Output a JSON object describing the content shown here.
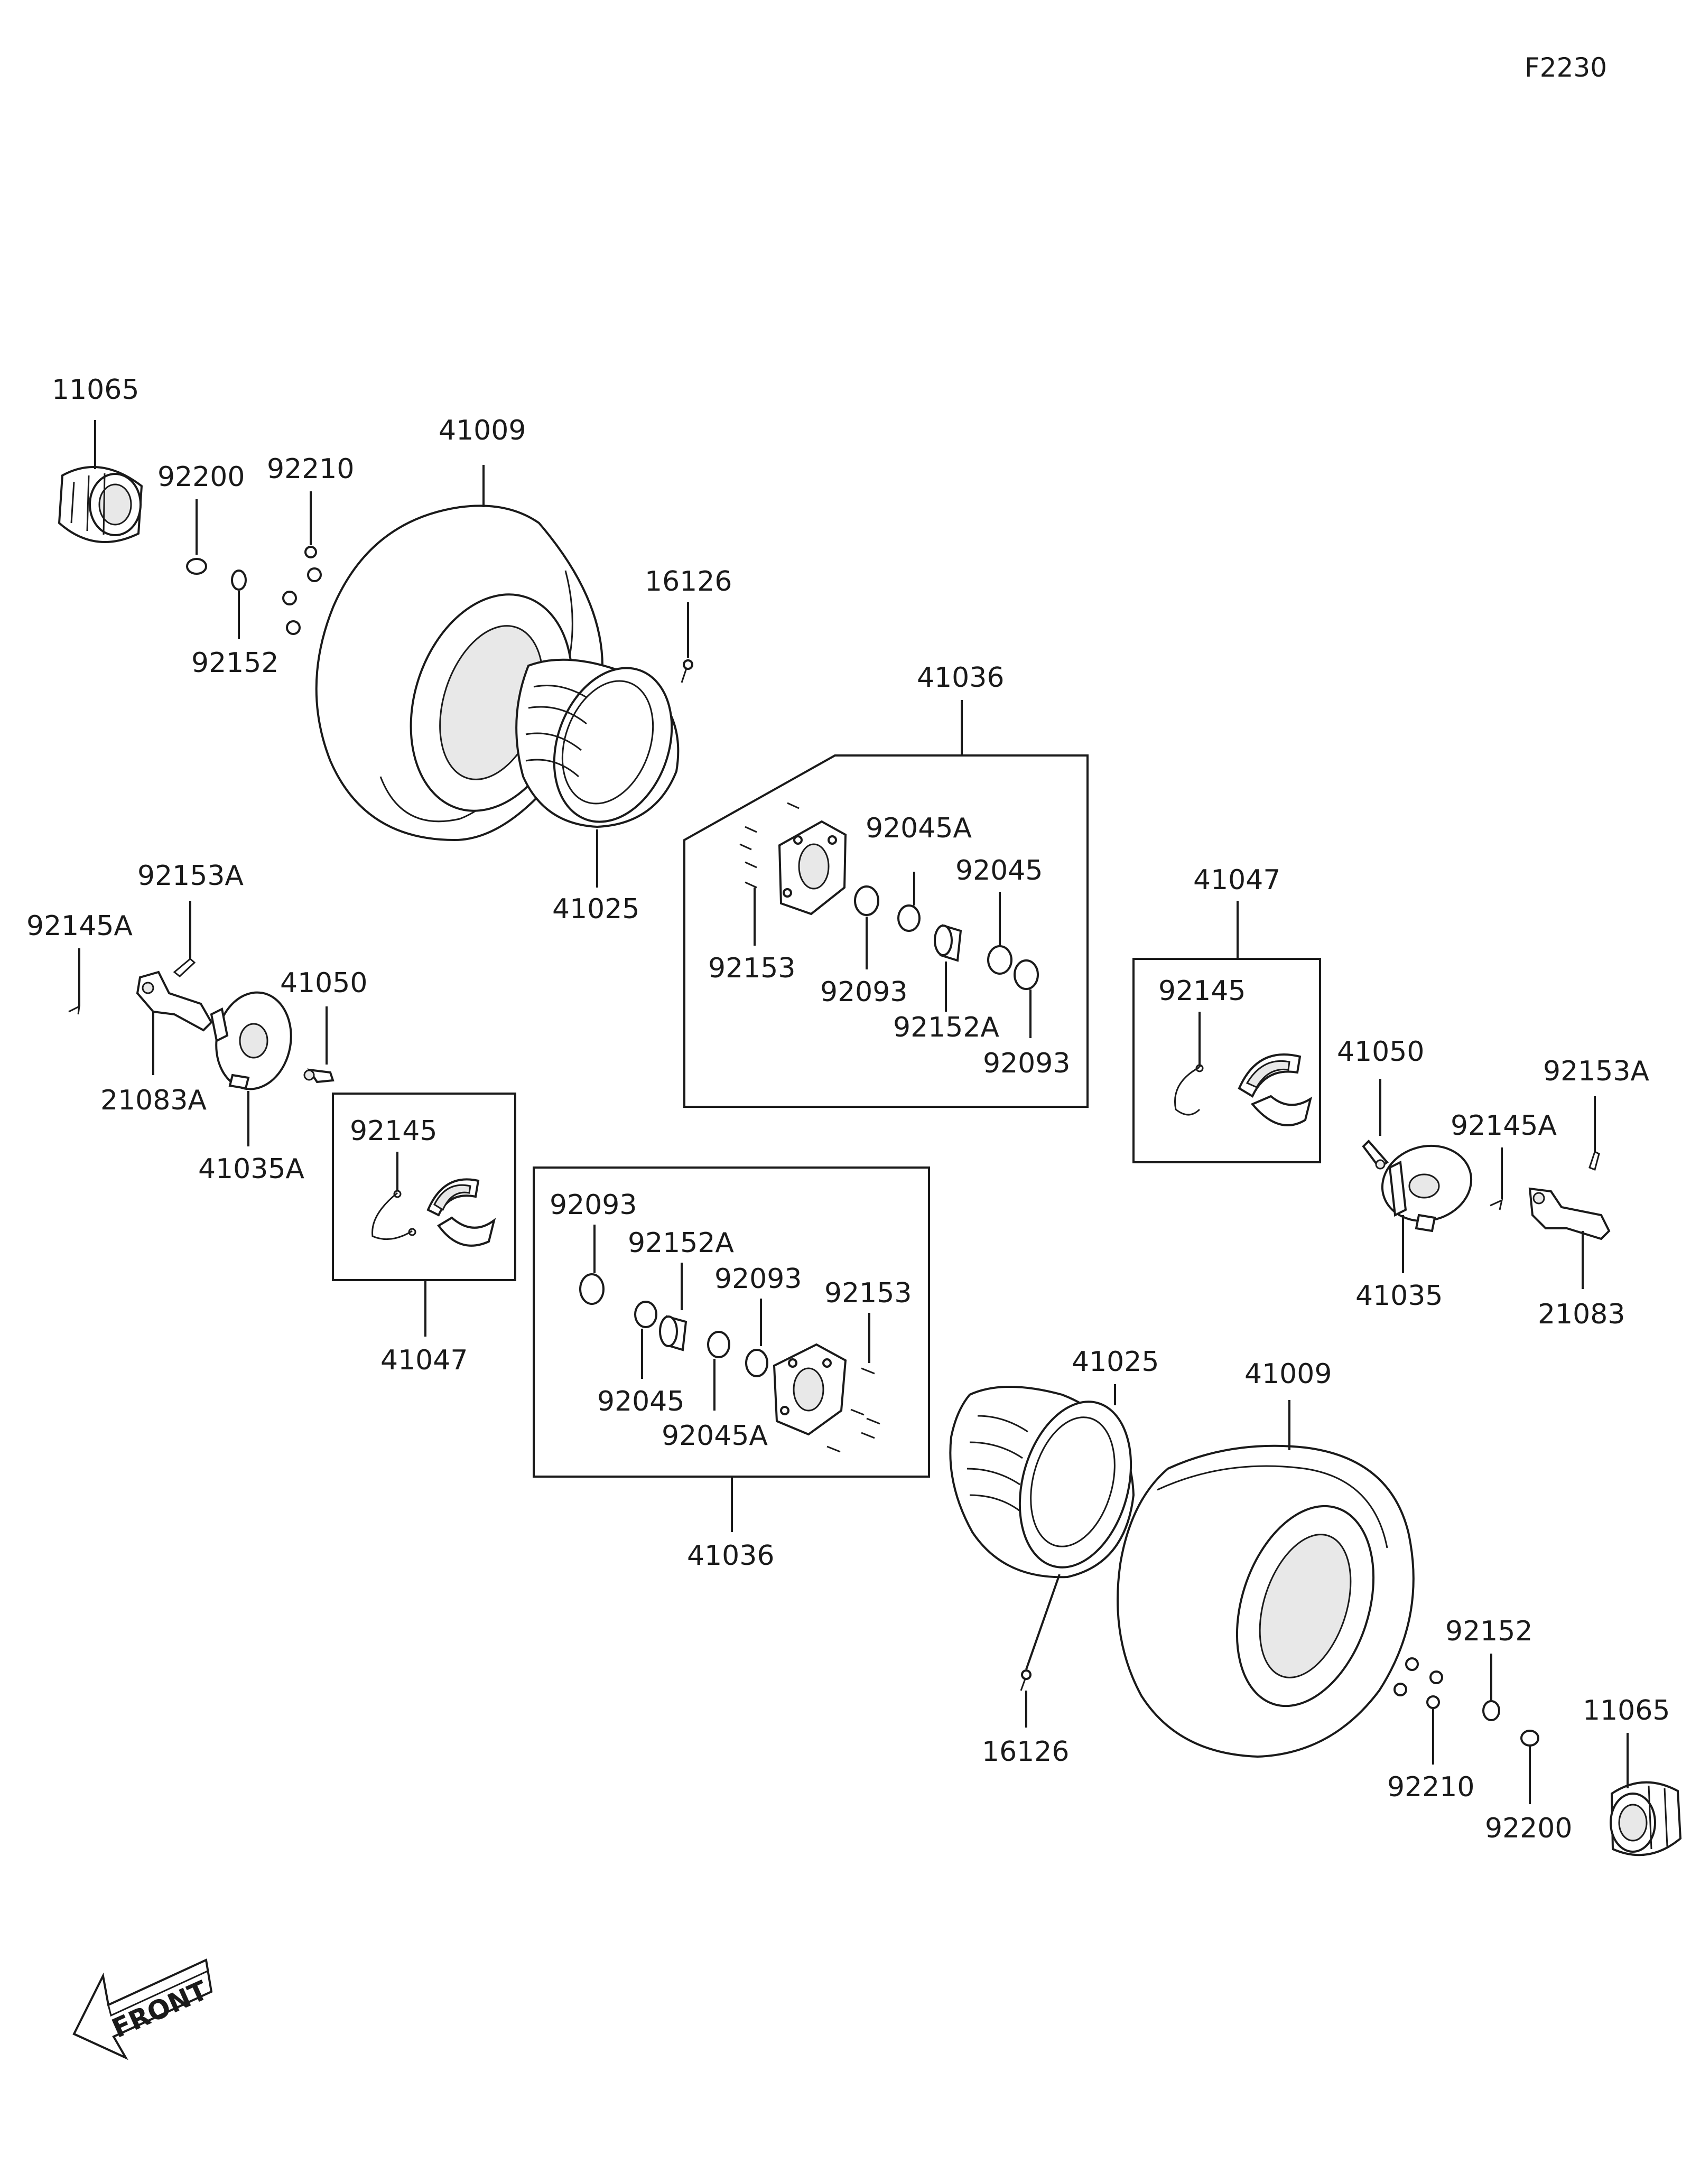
{
  "figure_code": "F2230",
  "front_label": "FRONT",
  "labels": {
    "p11065_a": "11065",
    "p92200_a": "92200",
    "p92210_a": "92210",
    "p92152_a": "92152",
    "p41009_a": "41009",
    "p16126_a": "16126",
    "p41025_a": "41025",
    "p41036_a": "41036",
    "p92045A_a": "92045A",
    "p92045_a": "92045",
    "p92153_a": "92153",
    "p92093_a1": "92093",
    "p92152A_a": "92152A",
    "p92093_a2": "92093",
    "p41047_a": "41047",
    "p92145_a": "92145",
    "p92153A_a": "92153A",
    "p92145A_a": "92145A",
    "p41050_a": "41050",
    "p21083A": "21083A",
    "p41035A": "41035A",
    "p92145_b": "92145",
    "p41047_b": "41047",
    "p92093_b1": "92093",
    "p92152A_b": "92152A",
    "p92093_b2": "92093",
    "p92153_b": "92153",
    "p92045_b": "92045",
    "p92045A_b": "92045A",
    "p41036_b": "41036",
    "p41025_b": "41025",
    "p41009_b": "41009",
    "p16126_b": "16126",
    "p41050_b": "41050",
    "p92145A_b": "92145A",
    "p92153A_b": "92153A",
    "p41035": "41035",
    "p21083": "21083",
    "p92152_b": "92152",
    "p11065_b": "11065",
    "p92210_b": "92210",
    "p92200_b": "92200"
  }
}
